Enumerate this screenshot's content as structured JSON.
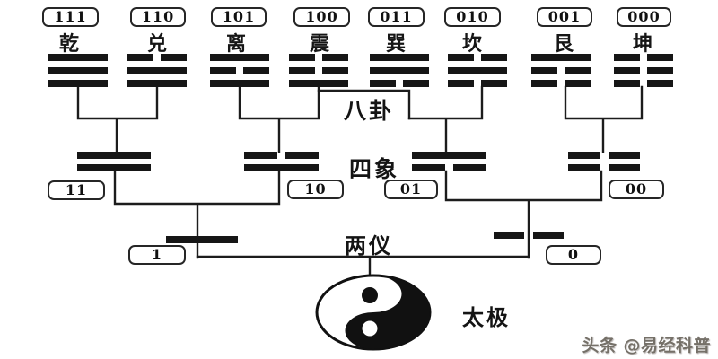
{
  "trigrams": [
    {
      "binary": "111",
      "name": "乾"
    },
    {
      "binary": "110",
      "name": "兑"
    },
    {
      "binary": "101",
      "name": "离"
    },
    {
      "binary": "100",
      "name": "震"
    },
    {
      "binary": "011",
      "name": "巽"
    },
    {
      "binary": "010",
      "name": "坎"
    },
    {
      "binary": "001",
      "name": "艮"
    },
    {
      "binary": "000",
      "name": "坤"
    }
  ],
  "sixiang": [
    {
      "binary": "11"
    },
    {
      "binary": "10"
    },
    {
      "binary": "01"
    },
    {
      "binary": "00"
    }
  ],
  "liangyi": [
    {
      "binary": "1"
    },
    {
      "binary": "0"
    }
  ],
  "stages": {
    "bagua": "八卦",
    "sixiang": "四象",
    "liangyi": "两仪",
    "taiji": "太极"
  },
  "watermark": "头条 @易经科普",
  "colors": {
    "ink": "#1c1c1c",
    "bar": "#161616",
    "watermark_gray": "#757068",
    "background": "#ffffff"
  }
}
